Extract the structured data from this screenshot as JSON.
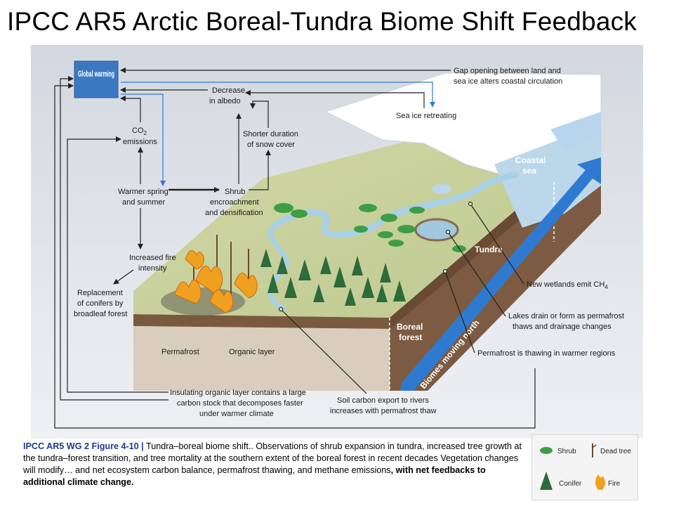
{
  "title": "IPCC AR5  Arctic Boreal-Tundra Biome Shift Feedback",
  "diagram": {
    "global_warming": "Global warming",
    "gap_opening_1": "Gap opening between land and",
    "gap_opening_2": "sea ice alters coastal circulation",
    "decrease_albedo_1": "Decrease",
    "decrease_albedo_2": "in albedo",
    "sea_ice_retreating": "Sea ice retreating",
    "sea_ice": "Sea ice",
    "co2_1": "CO",
    "co2_sub": "2",
    "co2_2": "emissions",
    "shorter_snow_1": "Shorter duration",
    "shorter_snow_2": "of snow cover",
    "coastal_sea_1": "Coastal",
    "coastal_sea_2": "sea",
    "warmer_spring_1": "Warmer spring",
    "warmer_spring_2": "and summer",
    "shrub_enc_1": "Shrub",
    "shrub_enc_2": "encroachment",
    "shrub_enc_3": "and densification",
    "tundra": "Tundra",
    "fire_intensity_1": "Increased fire",
    "fire_intensity_2": "intensity",
    "wetlands_1": "New wetlands emit CH",
    "wetlands_sub": "4",
    "replacement_1": "Replacement",
    "replacement_2": "of conifers by",
    "replacement_3": "broadleaf forest",
    "lakes_1": "Lakes drain or form as permafrost",
    "lakes_2": "thaws and drainage changes",
    "boreal_1": "Boreal",
    "boreal_2": "forest",
    "permafrost": "Permafrost",
    "organic_layer": "Organic layer",
    "biomes_moving": "Biomes moving north",
    "permafrost_thawing": "Permafrost is thawing in warmer regions",
    "insulating_1": "Insulating organic layer contains a large",
    "insulating_2": "carbon stock that decomposes faster",
    "insulating_3": "under warmer climate",
    "soil_carbon_1": "Soil carbon export to rivers",
    "soil_carbon_2": "increases with permafrost thaw"
  },
  "caption": {
    "heading": "IPCC AR5 WG 2 Figure 4-10 |",
    "body": " Tundra–boreal biome shift.. Observations of shrub expansion in tundra, increased tree growth at the tundra–forest transition, and tree mortality at the southern extent of the boreal forest in recent decades Vegetation changes will modify… and net ecosystem carbon balance, permafrost thawing, and methane emissions",
    "bold_tail": ", with net feedbacks to additional climate change."
  },
  "legend": {
    "shrub": "Shrub",
    "dead_tree": "Dead tree",
    "conifer": "Conifer",
    "fire": "Fire"
  },
  "colors": {
    "global_warming_box": "#3a78c2",
    "arrow_blue": "#2f7ad1",
    "caption_heading": "#1f3b8c",
    "tundra_green": "#c8cf9c",
    "soil_brown": "#6a4a33",
    "fire_orange": "#f0a020"
  }
}
